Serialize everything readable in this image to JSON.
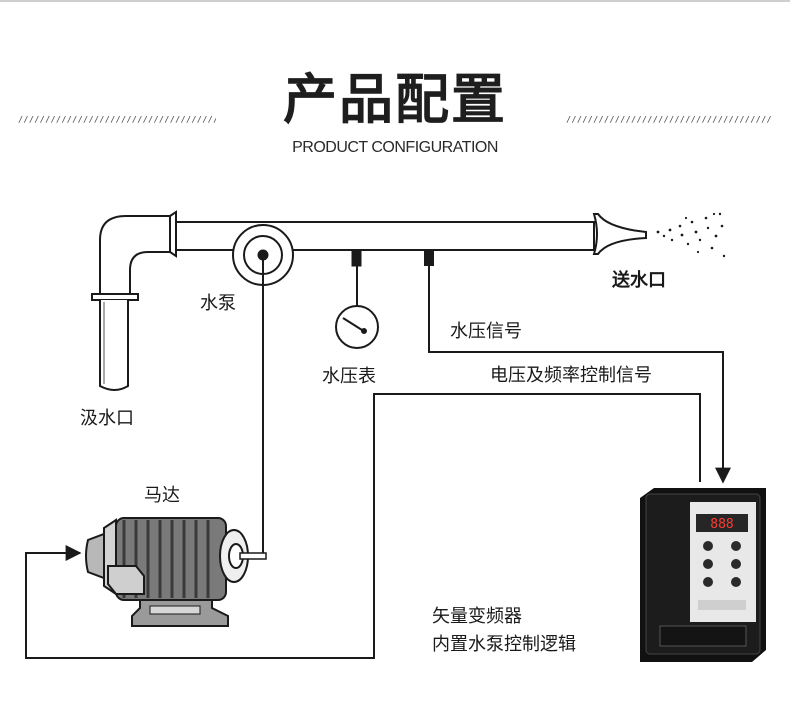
{
  "header": {
    "title": "产品配置",
    "subtitle": "PRODUCT CONFIGURATION",
    "hatch": "////////////////////////////////////////"
  },
  "labels": {
    "outlet": "送水口",
    "pump": "水泵",
    "pressure_signal": "水压信号",
    "pressure_gauge": "水压表",
    "control_signal": "电压及频率控制信号",
    "inlet": "汲水口",
    "motor": "马达",
    "vfd_line1": "矢量变频器",
    "vfd_line2": "内置水泵控制逻辑"
  },
  "colors": {
    "line": "#1a1a1a",
    "panel": "#1c1c1c",
    "panel_face": "#e8e8e8",
    "display": "#262626",
    "display_digits": "#ff3b2f"
  }
}
